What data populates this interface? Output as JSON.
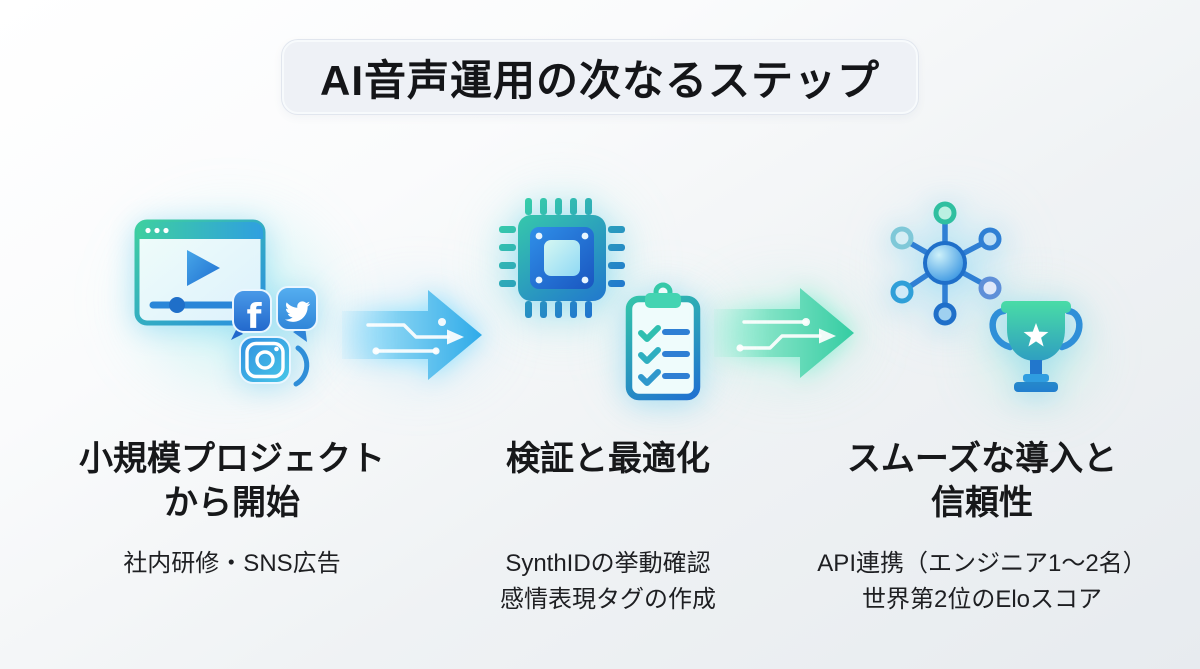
{
  "title": {
    "text": "AI音声運用の次なるステップ"
  },
  "steps": [
    {
      "heading_lines": [
        "小規模プロジェクト",
        "から開始"
      ],
      "detail_lines": [
        "社内研修・SNS広告"
      ],
      "icons": [
        "video-player",
        "facebook",
        "twitter",
        "instagram"
      ]
    },
    {
      "heading_lines": [
        "検証と最適化"
      ],
      "detail_lines": [
        "SynthIDの挙動確認",
        "感情表現タグの作成"
      ],
      "icons": [
        "cpu-chip",
        "checklist-clipboard"
      ]
    },
    {
      "heading_lines": [
        "スムーズな導入と",
        "信頼性"
      ],
      "detail_lines": [
        "API連携（エンジニア1〜2名）",
        "世界第2位のEloスコア"
      ],
      "icons": [
        "network-hub",
        "trophy"
      ]
    }
  ],
  "arrows": [
    {
      "name": "arrow-1",
      "color": "#2fb0ea"
    },
    {
      "name": "arrow-2",
      "color": "#35d0a8"
    }
  ],
  "colors": {
    "background_start": "#ffffff",
    "background_end": "#e7ebef",
    "title_box_bg": "#eef1f6",
    "heading_text": "#17181a",
    "detail_text": "#1e1f22",
    "icon_teal": "#38d0a8",
    "icon_blue": "#1f6fd1",
    "arrow_blue": "#2fb0ea",
    "arrow_teal": "#35d0a8"
  }
}
